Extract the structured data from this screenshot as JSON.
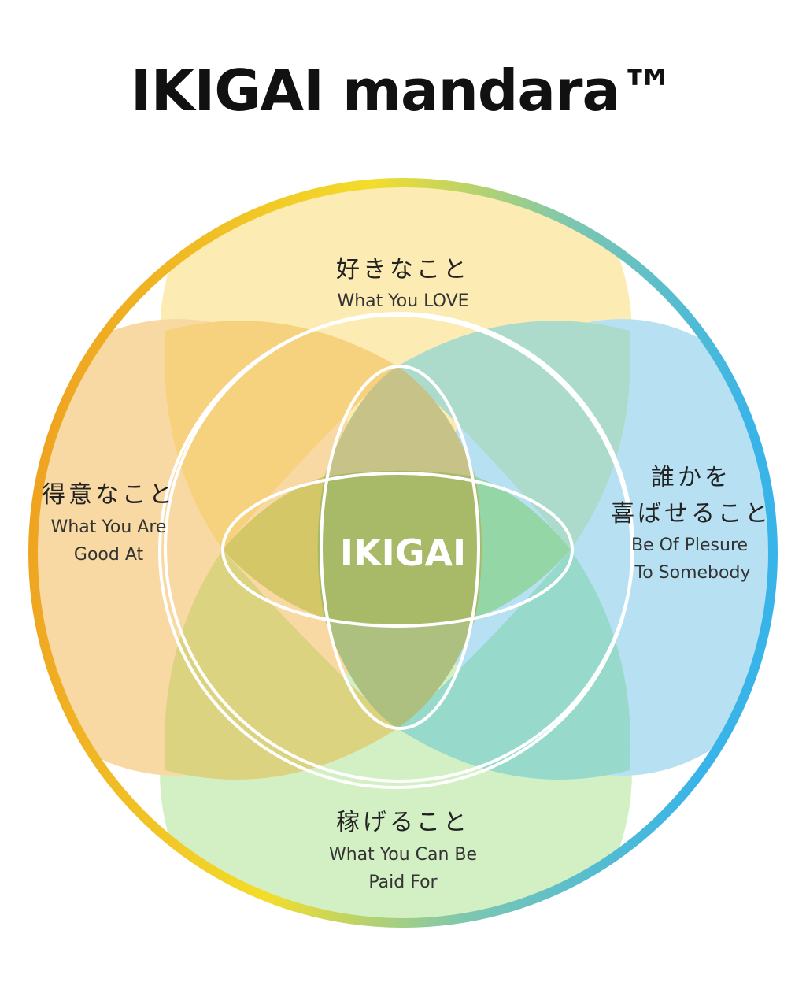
{
  "title": "IKIGAI mandara™",
  "center": {
    "label": "IKIGAI"
  },
  "regions": {
    "top": {
      "jp": "好きなこと",
      "en": [
        "What You LOVE"
      ],
      "color": "#FCEBB3"
    },
    "left": {
      "jp": "得意なこと",
      "en": [
        "What You Are",
        "Good At"
      ],
      "color": "#F9D9A3"
    },
    "right": {
      "jp": [
        "誰かを",
        "喜ばせること"
      ],
      "en": [
        "Be Of Plesure",
        "To Somebody"
      ],
      "color": "#B7E1F3"
    },
    "bottom": {
      "jp": "稼げること",
      "en": [
        "What You Can Be",
        "Paid For"
      ],
      "color": "#D3F0C4"
    }
  },
  "colors": {
    "ring_orange": "#EE9A1F",
    "ring_yellow": "#F3DD2A",
    "ring_teal": "#7CC7B0",
    "ring_blue": "#38B4E9",
    "petal_top_left": "#F6D27E",
    "petal_top_right": "#ACDBCB",
    "petal_bottom_left": "#DCD381",
    "petal_bottom_right": "#97DACB",
    "center_lens_top": "#C7C388",
    "center_lens_bottom": "#AEC07F",
    "center_lens_left": "#D3C767",
    "center_lens_right": "#95D6A7",
    "core": "#A8BA68",
    "divider": "#ffffff"
  }
}
